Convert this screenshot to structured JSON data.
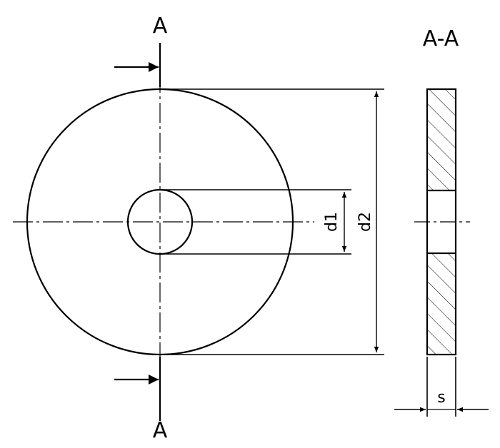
{
  "section": {
    "top_label": "A",
    "bottom_label": "A",
    "view_title": "A-A"
  },
  "dimensions": {
    "inner_diameter": "d1",
    "outer_diameter": "d2",
    "thickness": "s"
  },
  "colors": {
    "line": "#000000",
    "background": "#ffffff"
  }
}
